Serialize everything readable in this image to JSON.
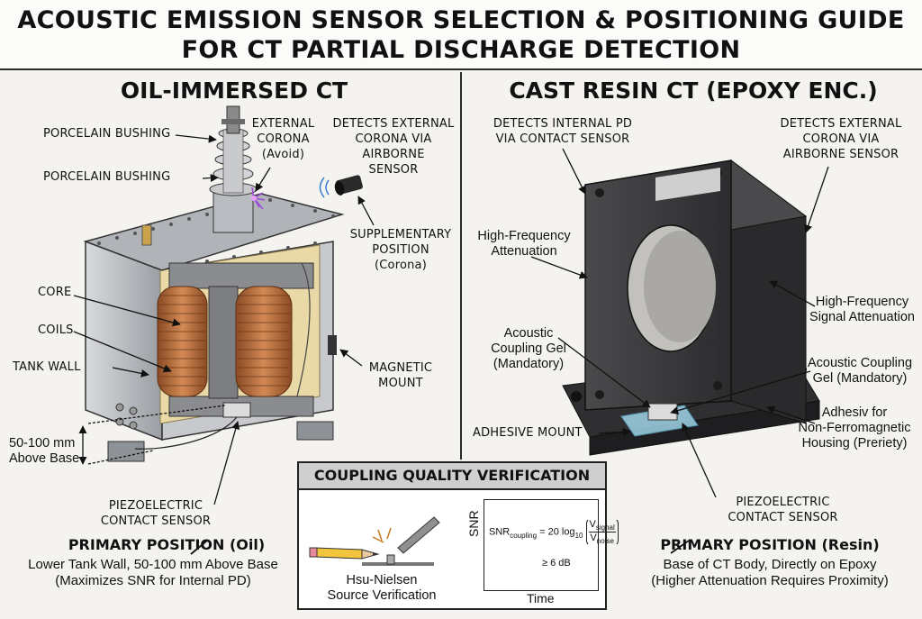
{
  "title": {
    "line1": "ACOUSTIC EMISSION SENSOR SELECTION & POSITIONING GUIDE",
    "line2": "FOR CT PARTIAL DISCHARGE DETECTION"
  },
  "left_panel": {
    "heading": "OIL-IMMERSED CT",
    "labels": {
      "porcelain_bushing_top": "PORCELAIN BUSHING",
      "porcelain_bushing_mid": "PORCELAIN BUSHING",
      "external_corona": "EXTERNAL\nCORONA\n(Avoid)",
      "detects_external": "DETECTS EXTERNAL\nCORONA VIA\nAIRBORNE\nSENSOR",
      "supplementary": "SUPPLEMENTARY\nPOSITION\n(Corona)",
      "core": "CORE",
      "coils": "COILS",
      "tank_wall": "TANK WALL",
      "magnetic_mount": "MAGNETIC\nMOUNT",
      "distance": "50-100 mm\nAbove Base",
      "piezo": "PIEZOELECTRIC\nCONTACT SENSOR"
    },
    "primary_title": "PRIMARY POSITION (Oil)",
    "primary_desc": "Lower Tank Wall, 50-100 mm Above Base\n(Maximizes SNR for Internal PD)"
  },
  "right_panel": {
    "heading": "CAST RESIN CT (EPOXY ENC.)",
    "labels": {
      "detects_internal": "DETECTS INTERNAL PD\nVIA CONTACT SENSOR",
      "detects_external": "DETECTS EXTERNAL\nCORONA VIA\nAIRBORNE SENSOR",
      "hf_attenuation": "High-Frequency\nAttenuation",
      "hf_signal_attenuation": "High-Frequency\nSignal Attenuation",
      "coupling_gel_left": "Acoustic\nCoupling Gel\n(Mandatory)",
      "coupling_gel_right": "Acoustic Coupling\nGel (Mandatory)",
      "adhesive_mount": "ADHESIVE MOUNT",
      "adhesiv_for": "Adhesiv for\nNon-Ferromagnetic\nHousing (Preriety)",
      "piezo": "PIEZOELECTRIC\nCONTACT SENSOR"
    },
    "primary_title": "PRIMARY POSITION (Resin)",
    "primary_desc": "Base of CT Body, Directly on Epoxy\n(Higher Attenuation Requires Proximity)"
  },
  "verification": {
    "title": "COUPLING QUALITY VERIFICATION",
    "source_label": "Hsu-Nielsen\nSource Verification",
    "y_axis": "SNR",
    "x_axis": "Time",
    "formula_lhs": "SNR",
    "formula_lhs_sub": "coupling",
    "formula_mid": " = 20 log",
    "formula_log_sub": "10",
    "formula_num": "V",
    "formula_num_sub": "signal",
    "formula_den": "V",
    "formula_den_sub": "noise",
    "threshold": "≥ 6 dB"
  },
  "colors": {
    "copper": "#b86a3a",
    "oil": "#e9d9a6",
    "steel": "#b9bcc0",
    "epoxy": "#3c3c3e",
    "gel": "#9fd3e6"
  }
}
